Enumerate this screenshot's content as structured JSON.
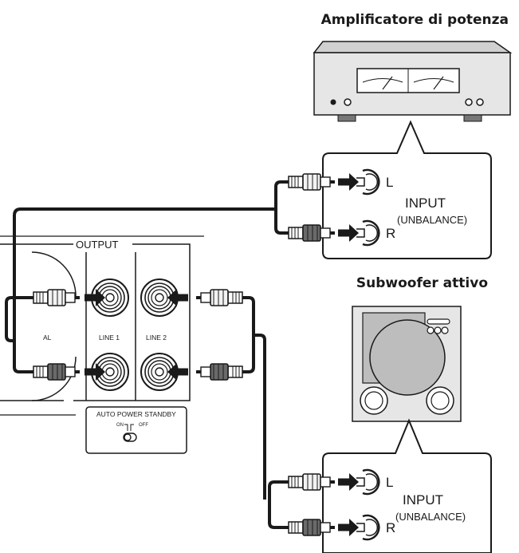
{
  "amplifier": {
    "title": "Amplificatore di potenza",
    "input_l": "L",
    "input_r": "R",
    "input_label": "INPUT",
    "input_sub": "(UNBALANCE)"
  },
  "subwoofer": {
    "title": "Subwoofer attivo",
    "input_l": "L",
    "input_r": "R",
    "input_label": "INPUT",
    "input_sub": "(UNBALANCE)"
  },
  "rear_panel": {
    "output_label": "OUTPUT",
    "line1_label": "LINE 1",
    "line2_label": "LINE 2",
    "partial_label": "AL",
    "auto_power_label": "AUTO POWER STANDBY",
    "on_label": "ON",
    "off_label": "OFF"
  },
  "colors": {
    "line": "#1a1a1a",
    "device_fill": "#e6e6e6",
    "cone_fill": "#bdbdbd",
    "plug_dark": "#555555",
    "plug_light": "#f2f2f2"
  }
}
